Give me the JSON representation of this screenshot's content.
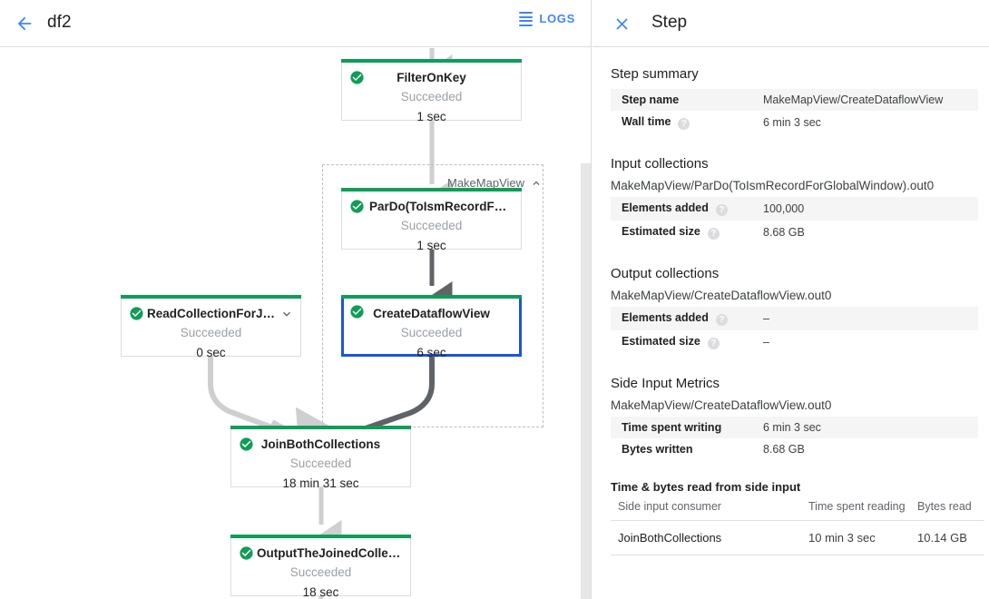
{
  "left_header": {
    "back_icon": "arrow-left-icon",
    "job_title": "df2",
    "logs_icon": "logs-list-icon",
    "logs_label": "LOGS"
  },
  "graph": {
    "group": {
      "label": "MakeMapView",
      "collapse_icon": "chevron-up-icon"
    },
    "nodes": [
      {
        "id": "filter-on-key",
        "title": "FilterOnKey",
        "status": "Succeeded",
        "time": "1 sec",
        "status_icon": "check-circle-icon",
        "selected": false,
        "has_chevron": false
      },
      {
        "id": "pardo-toismrecord",
        "title": "ParDo(ToIsmRecordFor…)",
        "title_display": "ParDo(ToIsmRecordFor…",
        "status": "Succeeded",
        "time": "1 sec",
        "status_icon": "check-circle-icon",
        "selected": false,
        "has_chevron": false
      },
      {
        "id": "create-dataflow-view",
        "title": "CreateDataflowView",
        "status": "Succeeded",
        "time": "6 sec",
        "status_icon": "check-circle-icon",
        "selected": true,
        "has_chevron": false
      },
      {
        "id": "read-collection-for-join",
        "title": "ReadCollectionForJoin",
        "status": "Succeeded",
        "time": "0 sec",
        "status_icon": "check-circle-icon",
        "selected": false,
        "has_chevron": true,
        "chevron_icon": "chevron-down-icon"
      },
      {
        "id": "join-both-collections",
        "title": "JoinBothCollections",
        "status": "Succeeded",
        "time": "18 min 31 sec",
        "status_icon": "check-circle-icon",
        "selected": false,
        "has_chevron": false
      },
      {
        "id": "output-the-joined-collection",
        "title": "OutputTheJoinedCollec…",
        "status": "Succeeded",
        "time": "18 sec",
        "status_icon": "check-circle-icon",
        "selected": false,
        "has_chevron": false
      }
    ]
  },
  "colors": {
    "accent": "#4285f4",
    "success": "#0f9d58",
    "selected_border": "#1a56db",
    "divider": "#dadce0"
  },
  "panel": {
    "close_icon": "close-x-icon",
    "title": "Step",
    "step_summary": {
      "heading": "Step summary",
      "rows": [
        {
          "key": "Step name",
          "value": "MakeMapView/CreateDataflowView",
          "help": false
        },
        {
          "key": "Wall time",
          "value": "6 min 3 sec",
          "help": true
        }
      ]
    },
    "input_collections": {
      "heading": "Input collections",
      "collection": "MakeMapView/ParDo(ToIsmRecordForGlobalWindow).out0",
      "rows": [
        {
          "key": "Elements added",
          "value": "100,000",
          "help": true
        },
        {
          "key": "Estimated size",
          "value": "8.68 GB",
          "help": true
        }
      ]
    },
    "output_collections": {
      "heading": "Output collections",
      "collection": "MakeMapView/CreateDataflowView.out0",
      "rows": [
        {
          "key": "Elements added",
          "value": "–",
          "help": true
        },
        {
          "key": "Estimated size",
          "value": "–",
          "help": true
        }
      ]
    },
    "side_input_metrics": {
      "heading": "Side Input Metrics",
      "collection": "MakeMapView/CreateDataflowView.out0",
      "rows": [
        {
          "key": "Time spent writing",
          "value": "6 min 3 sec",
          "help": false
        },
        {
          "key": "Bytes written",
          "value": "8.68 GB",
          "help": false
        }
      ],
      "table_title": "Time & bytes read from side input",
      "columns": [
        "Side input consumer",
        "Time spent reading",
        "Bytes read"
      ],
      "data_rows": [
        [
          "JoinBothCollections",
          "10 min 3 sec",
          "10.14 GB"
        ]
      ]
    }
  }
}
